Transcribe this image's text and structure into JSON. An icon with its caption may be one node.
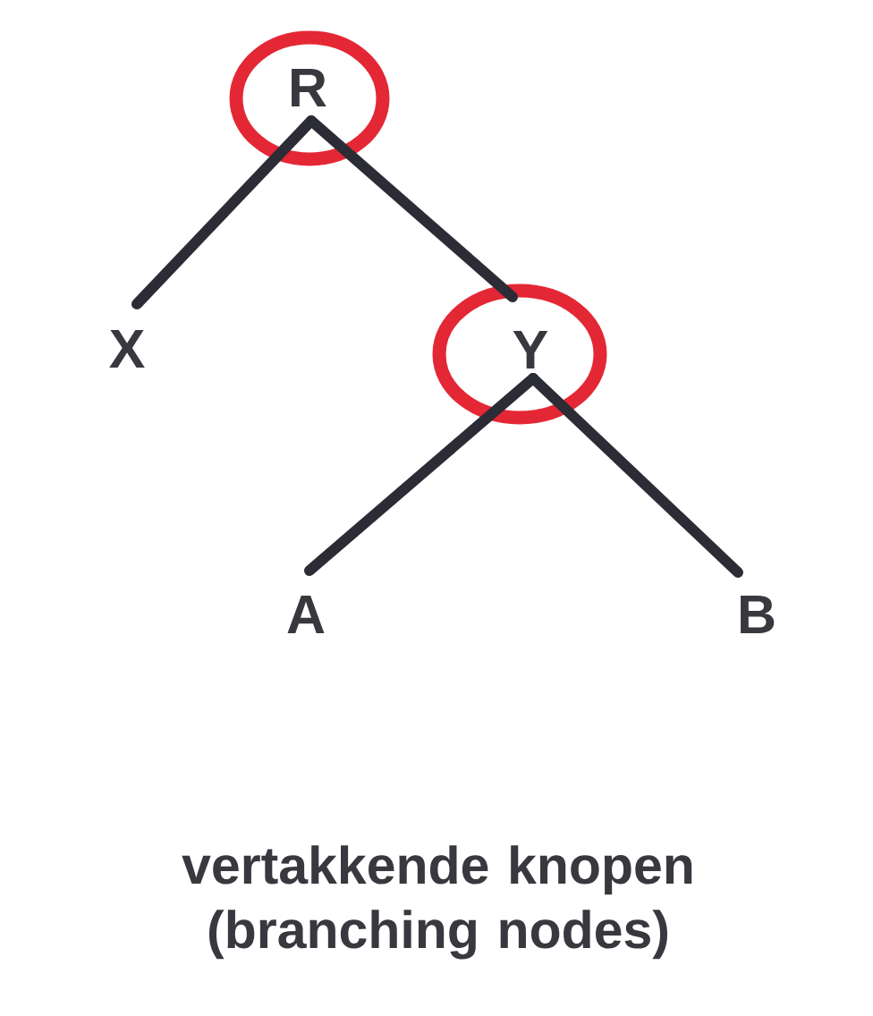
{
  "diagram": {
    "caption": "vertakkende knopen (branching nodes)",
    "nodes": [
      {
        "text": [
          "R"
        ]
      },
      {
        "text": [
          "X"
        ]
      },
      {
        "text": [
          "Y"
        ]
      },
      {
        "text": [
          "A"
        ]
      },
      {
        "text": [
          "B"
        ]
      }
    ],
    "edges": [
      {
        "from": 0,
        "to": 1,
        "arrow": "none"
      },
      {
        "from": 0,
        "to": 2,
        "arrow": "none"
      },
      {
        "from": 2,
        "to": 3,
        "arrow": "none"
      },
      {
        "from": 2,
        "to": 4,
        "arrow": "none"
      }
    ]
  }
}
